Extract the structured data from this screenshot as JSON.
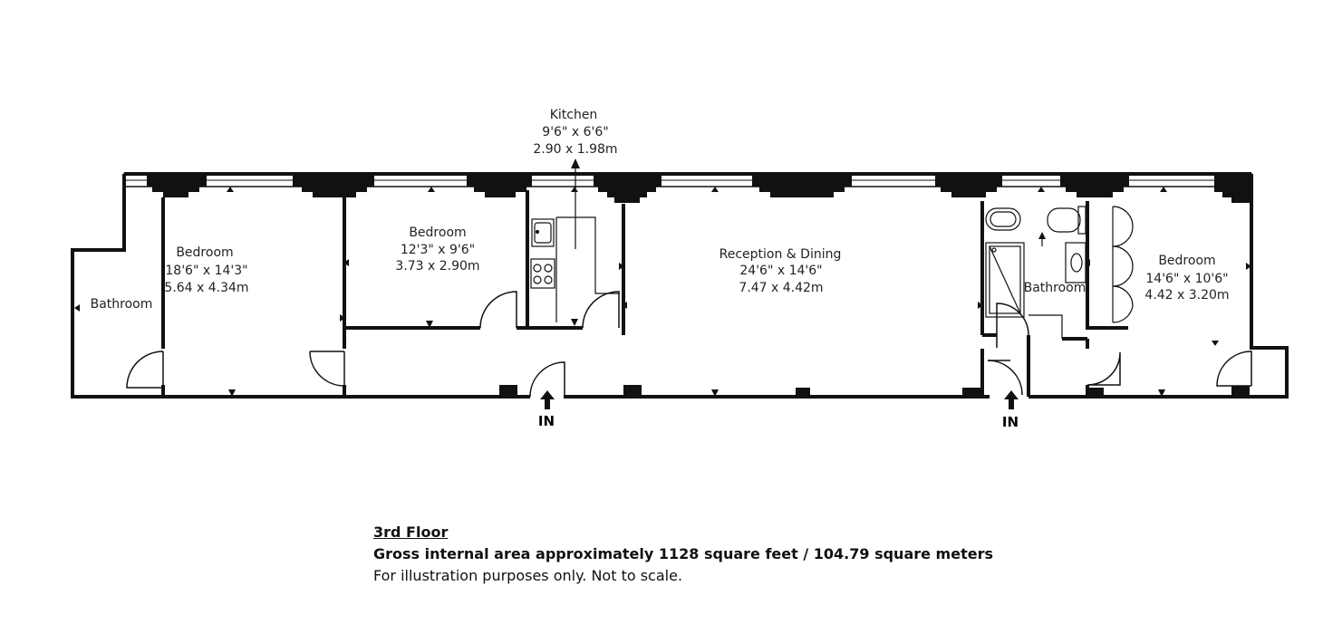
{
  "rooms": {
    "bathroom_left": {
      "name": "Bathroom"
    },
    "bedroom_1": {
      "name": "Bedroom",
      "imperial": "18'6\" x 14'3\"",
      "metric": "5.64 x 4.34m"
    },
    "bedroom_2": {
      "name": "Bedroom",
      "imperial": "12'3\" x 9'6\"",
      "metric": "3.73 x 2.90m"
    },
    "kitchen": {
      "name": "Kitchen",
      "imperial": "9'6\" x 6'6\"",
      "metric": "2.90 x 1.98m"
    },
    "reception": {
      "name": "Reception & Dining",
      "imperial": "24'6\" x 14'6\"",
      "metric": "7.47 x 4.42m"
    },
    "bathroom_right": {
      "name": "Bathroom"
    },
    "bedroom_3": {
      "name": "Bedroom",
      "imperial": "14'6\" x 10'6\"",
      "metric": "4.42 x 3.20m"
    }
  },
  "entrances": {
    "left": "IN",
    "right": "IN"
  },
  "caption": {
    "floor": "3rd Floor",
    "area": "Gross internal area approximately 1128 square feet / 104.79 square meters",
    "note": "For illustration purposes only. Not to scale."
  }
}
